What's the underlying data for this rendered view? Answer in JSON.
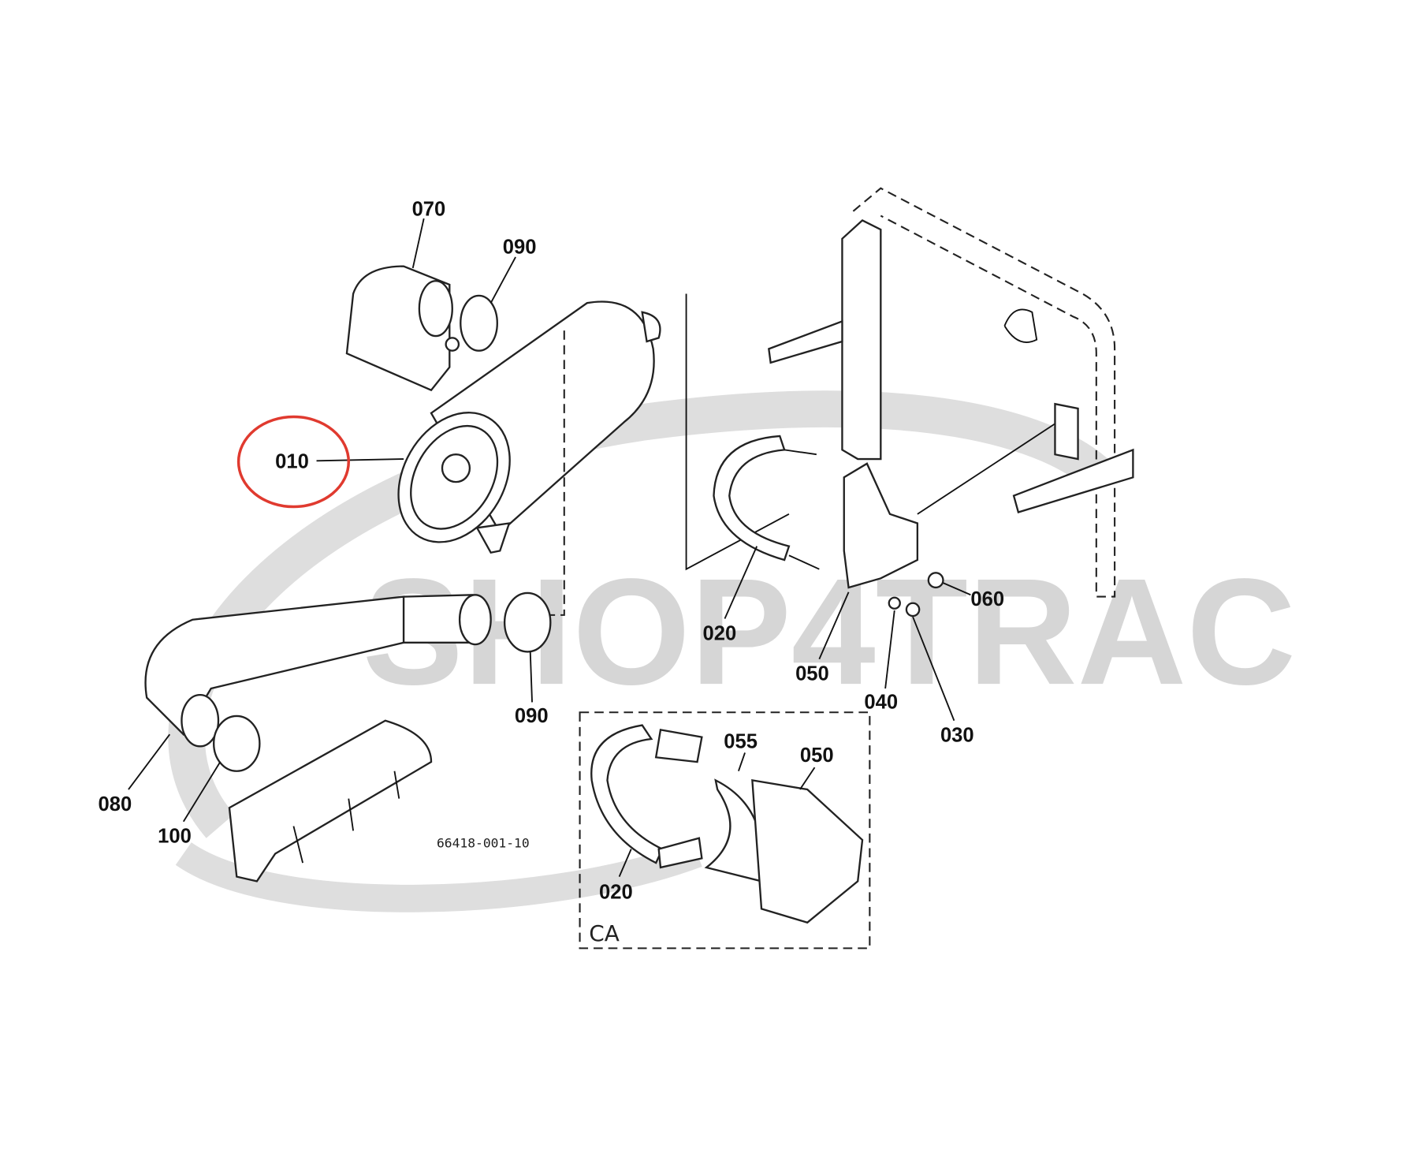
{
  "watermark": "SHOP4TRAC",
  "drawing_code": "66418-001-10",
  "inset_label": "CA",
  "highlight_color": "#e03a2f",
  "highlighted_part": "010",
  "callouts": {
    "p070": "070",
    "p090a": "090",
    "p010": "010",
    "p090b": "090",
    "p080": "080",
    "p100": "100",
    "p020a": "020",
    "p050a": "050",
    "p040": "040",
    "p030": "030",
    "p060": "060",
    "p055": "055",
    "p050b": "050",
    "p020b": "020"
  }
}
